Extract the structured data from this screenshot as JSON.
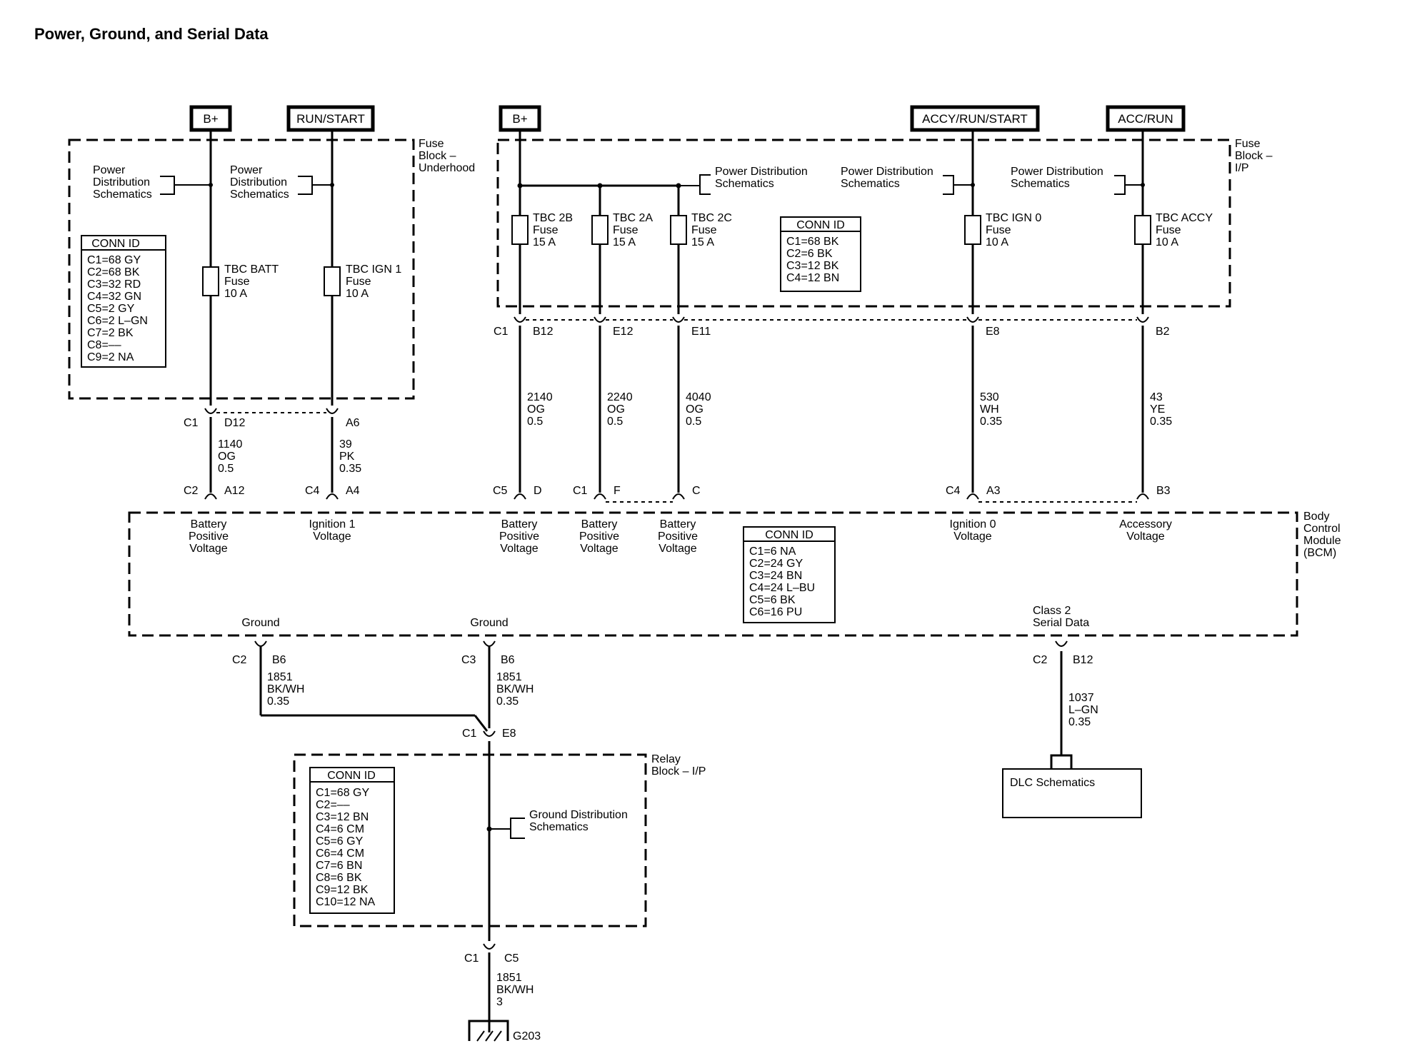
{
  "title": "Power, Ground, and Serial Data",
  "sources": {
    "s1": "B+",
    "s2": "RUN/START",
    "s3": "B+",
    "s4": "ACCY/RUN/START",
    "s5": "ACC/RUN"
  },
  "blocks": {
    "fuse_underhood": [
      "Fuse",
      "Block –",
      "Underhood"
    ],
    "fuse_ip": [
      "Fuse",
      "Block –",
      "I/P"
    ],
    "bcm": [
      "Body",
      "Control",
      "Module",
      "(BCM)"
    ],
    "relay_ip": [
      "Relay",
      "Block – I/P"
    ]
  },
  "schematic_refs": {
    "pd": [
      "Power",
      "Distribution",
      "Schematics"
    ],
    "pd2": [
      "Power Distribution",
      "Schematics"
    ],
    "gd": [
      "Ground Distribution",
      "Schematics"
    ],
    "dlc": "DLC Schematics"
  },
  "fuses": {
    "tbc_batt": [
      "TBC BATT",
      "Fuse",
      "10 A"
    ],
    "tbc_ign1": [
      "TBC IGN 1",
      "Fuse",
      "10 A"
    ],
    "tbc_2b": [
      "TBC 2B",
      "Fuse",
      "15 A"
    ],
    "tbc_2a": [
      "TBC 2A",
      "Fuse",
      "15 A"
    ],
    "tbc_2c": [
      "TBC 2C",
      "Fuse",
      "15 A"
    ],
    "tbc_ign0": [
      "TBC IGN 0",
      "Fuse",
      "10 A"
    ],
    "tbc_accy": [
      "TBC ACCY",
      "Fuse",
      "10 A"
    ]
  },
  "conn_ids": {
    "heading": "CONN ID",
    "underhood": [
      "C1=68 GY",
      "C2=68 BK",
      "C3=32 RD",
      "C4=32 GN",
      "C5=2 GY",
      "C6=2 L–GN",
      "C7=2 BK",
      "C8=––",
      "C9=2 NA"
    ],
    "ip": [
      "C1=68 BK",
      "C2=6 BK",
      "C3=12 BK",
      "C4=12 BN"
    ],
    "bcm": [
      "C1=6 NA",
      "C2=24 GY",
      "C3=24 BN",
      "C4=24 L–BU",
      "C5=6 BK",
      "C6=16 PU"
    ],
    "relay": [
      "C1=68 GY",
      "C2=––",
      "C3=12 BN",
      "C4=6 CM",
      "C5=6 GY",
      "C6=4 CM",
      "C7=6 BN",
      "C8=6 BK",
      "C9=12 BK",
      "C10=12 NA"
    ]
  },
  "connectors": {
    "uh_c1": "C1",
    "uh_d12": "D12",
    "uh_a6": "A6",
    "ip_c1": "C1",
    "ip_b12": "B12",
    "ip_e12": "E12",
    "ip_e11": "E11",
    "ip_e8": "E8",
    "ip_b2": "B2",
    "bcm_c2": "C2",
    "bcm_a12": "A12",
    "bcm_c4": "C4",
    "bcm_a4": "A4",
    "bcm_c5": "C5",
    "bcm_d": "D",
    "bcm_c1": "C1",
    "bcm_f": "F",
    "bcm_c": "C",
    "bcm_c4b": "C4",
    "bcm_a3": "A3",
    "bcm_b3": "B3",
    "gnd1_c2": "C2",
    "gnd1_b6": "B6",
    "gnd2_c3": "C3",
    "gnd2_b6": "B6",
    "ser_c2": "C2",
    "ser_b12": "B12",
    "rl_c1": "C1",
    "rl_e8": "E8",
    "rl_c1b": "C1",
    "rl_c5": "C5"
  },
  "wires": {
    "w1140": [
      "1140",
      "OG",
      "0.5"
    ],
    "w39": [
      "39",
      "PK",
      "0.35"
    ],
    "w2140": [
      "2140",
      "OG",
      "0.5"
    ],
    "w2240": [
      "2240",
      "OG",
      "0.5"
    ],
    "w4040": [
      "4040",
      "OG",
      "0.5"
    ],
    "w530": [
      "530",
      "WH",
      "0.35"
    ],
    "w43": [
      "43",
      "YE",
      "0.35"
    ],
    "w1851a": [
      "1851",
      "BK/WH",
      "0.35"
    ],
    "w1851b": [
      "1851",
      "BK/WH",
      "0.35"
    ],
    "w1037": [
      "1037",
      "L–GN",
      "0.35"
    ],
    "w1851c": [
      "1851",
      "BK/WH",
      "3"
    ]
  },
  "bcm_inputs": {
    "bpv1": [
      "Battery",
      "Positive",
      "Voltage"
    ],
    "ign1": [
      "Ignition 1",
      "Voltage"
    ],
    "bpv2": [
      "Battery",
      "Positive",
      "Voltage"
    ],
    "bpv3": [
      "Battery",
      "Positive",
      "Voltage"
    ],
    "bpv4": [
      "Battery",
      "Positive",
      "Voltage"
    ],
    "ign0": [
      "Ignition 0",
      "Voltage"
    ],
    "acc": [
      "Accessory",
      "Voltage"
    ],
    "gnd1": "Ground",
    "gnd2": "Ground",
    "ser": [
      "Class 2",
      "Serial Data"
    ]
  },
  "ground": "G203"
}
